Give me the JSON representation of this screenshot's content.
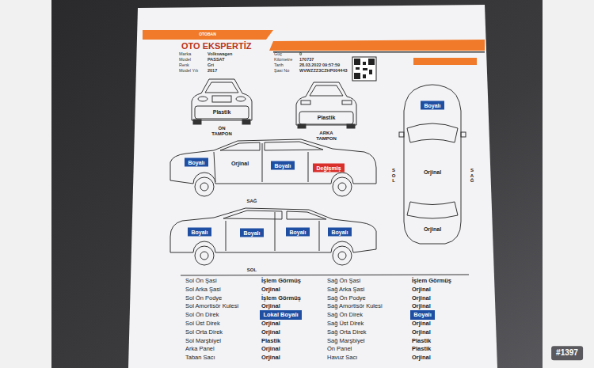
{
  "diagram": {
    "title": "OTO EKSPERTİZ",
    "nodes": [
      {
        "text": [
          "Boyalı"
        ]
      },
      {
        "text": [
          "Boyalı"
        ]
      },
      {
        "text": [
          "Boyalı"
        ]
      },
      {
        "text": [
          "Değişmiş"
        ]
      },
      {
        "text": [
          "Boyalı"
        ]
      },
      {
        "text": [
          "Boyalı"
        ]
      },
      {
        "text": [
          "Boyalı"
        ]
      },
      {
        "text": [
          "Boyalı"
        ]
      },
      {
        "text": [
          "Lokal Boyalı"
        ]
      },
      {
        "text": [
          "Boyalı"
        ]
      }
    ],
    "labels": [
      "OTOBAN",
      "Marka",
      "Volkswagen",
      "Model",
      "PASSAT",
      "Renk",
      "Gri",
      "Model Yılı",
      "2017",
      "Güç",
      "0",
      "Kilometre",
      "170737",
      "Tarih",
      "28.03.2022 09:57:59",
      "Şasi No",
      "WVWZZZ3CZHP004443",
      "Plastik",
      "ÖN TAMPON",
      "Plastik",
      "ARKA TAMPON",
      "Orjinal",
      "SAĞ",
      "SOL",
      "Orjinal",
      "Orjinal",
      "SOL",
      "SAĞ",
      "Sol Ön Şasi",
      "İşlem Görmüş",
      "Sağ Ön Şasi",
      "İşlem Görmüş",
      "Sol Arka Şasi",
      "Orjinal",
      "Sağ Arka Şasi",
      "Orjinal",
      "Sol Ön Podye",
      "İşlem Görmüş",
      "Sağ Ön Podye",
      "Orjinal",
      "Sol Amortisör Kulesi",
      "Orjinal",
      "Sağ Amortisör Kulesi",
      "Orjinal",
      "Sol Ön Direk",
      "Sağ Ön Direk",
      "Sol Üst Direk",
      "Orjinal",
      "Sağ Üst Direk",
      "Orjinal",
      "Sol Orta Direk",
      "Orjinal",
      "Sağ Orta Direk",
      "Orjinal",
      "Sol Marşbiyel",
      "Plastik",
      "Sağ Marşbiyel",
      "Plastik",
      "Arka Panel",
      "Orjinal",
      "Ön Panel",
      "Plastik",
      "Taban Sacı",
      "Orjinal",
      "Havuz Sacı",
      "Orjinal",
      "#1397"
    ]
  }
}
